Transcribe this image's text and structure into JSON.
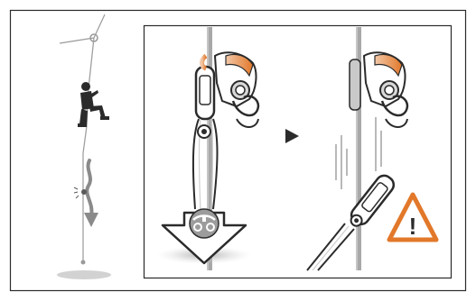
{
  "figure": {
    "warning_symbol": "!",
    "arrow_symbol": "▶",
    "icons": {
      "warning": "warning-triangle-icon",
      "harness": "harness-icon",
      "rope": "rope",
      "device": "descender-device",
      "carabiner": "carabiner"
    },
    "colors": {
      "frame": "#2b2b2b",
      "rope": "#8a8a8a",
      "accent_orange": "#e2782a",
      "device_grey": "#b9b9b9",
      "panel_bg": "#e9e9e9"
    }
  }
}
